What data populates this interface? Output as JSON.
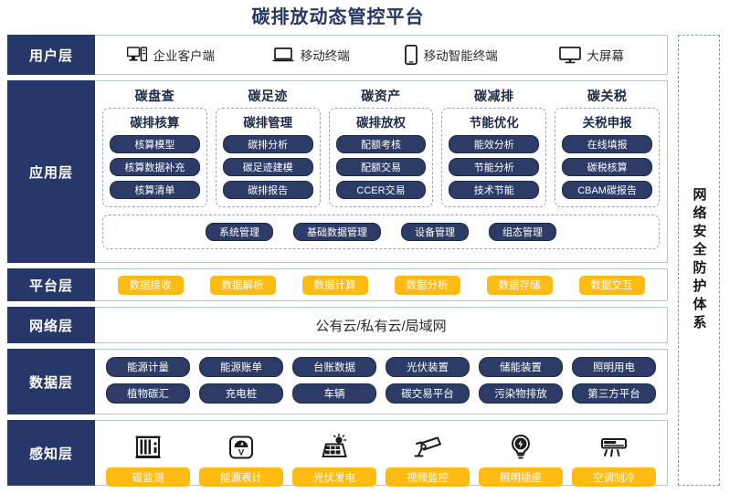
{
  "title": "碳排放动态管控平台",
  "security_column": {
    "label": "网络安全防护体系"
  },
  "layers": {
    "user": {
      "label": "用户层",
      "items": [
        {
          "icon": "desktop-tower-icon",
          "label": "企业客户端"
        },
        {
          "icon": "laptop-icon",
          "label": "移动终端"
        },
        {
          "icon": "smartphone-icon",
          "label": "移动智能终端"
        },
        {
          "icon": "monitor-icon",
          "label": "大屏幕"
        }
      ]
    },
    "application": {
      "label": "应用层",
      "groups": [
        {
          "title": "碳盘查",
          "subtitle": "碳排核算",
          "items": [
            "核算模型",
            "核算数据补充",
            "核算清单"
          ]
        },
        {
          "title": "碳足迹",
          "subtitle": "碳排管理",
          "items": [
            "碳排分析",
            "碳足迹建模",
            "碳排报告"
          ]
        },
        {
          "title": "碳资产",
          "subtitle": "碳排放权",
          "items": [
            "配额考核",
            "配额交易",
            "CCER交易"
          ]
        },
        {
          "title": "碳减排",
          "subtitle": "节能优化",
          "items": [
            "能效分析",
            "节能分析",
            "技术节能"
          ]
        },
        {
          "title": "碳关税",
          "subtitle": "关税申报",
          "items": [
            "在线填报",
            "碳税核算",
            "CBAM碳报告"
          ]
        }
      ],
      "management": [
        "系统管理",
        "基础数据管理",
        "设备管理",
        "组态管理"
      ]
    },
    "platform": {
      "label": "平台层",
      "items": [
        "数据接收",
        "数据解析",
        "数据计算",
        "数据分析",
        "数据存储",
        "数据交互"
      ]
    },
    "network": {
      "label": "网络层",
      "text": "公有云/私有云/局域网"
    },
    "data": {
      "label": "数据层",
      "row1": [
        "能源计量",
        "能源账单",
        "台账数据",
        "光伏装置",
        "储能装置",
        "照明用电"
      ],
      "row2": [
        "植物碳汇",
        "充电桩",
        "车辆",
        "碳交易平台",
        "污染物排放",
        "第三方平台"
      ]
    },
    "sensing": {
      "label": "感知层",
      "items": [
        {
          "icon": "carbon-cabinet-icon",
          "label": "碳监测"
        },
        {
          "icon": "gauge-meter-icon",
          "label": "能源表计"
        },
        {
          "icon": "solar-panel-icon",
          "label": "光伏发电"
        },
        {
          "icon": "security-camera-icon",
          "label": "视频监控"
        },
        {
          "icon": "lightbulb-icon",
          "label": "照明插座"
        },
        {
          "icon": "air-conditioner-icon",
          "label": "空调制冷"
        }
      ]
    }
  },
  "colors": {
    "navy": "#26376a",
    "pill_navy": "#2c3c66",
    "amber": "#fdbb14",
    "border": "#b9c3d6",
    "title": "#23375e"
  }
}
